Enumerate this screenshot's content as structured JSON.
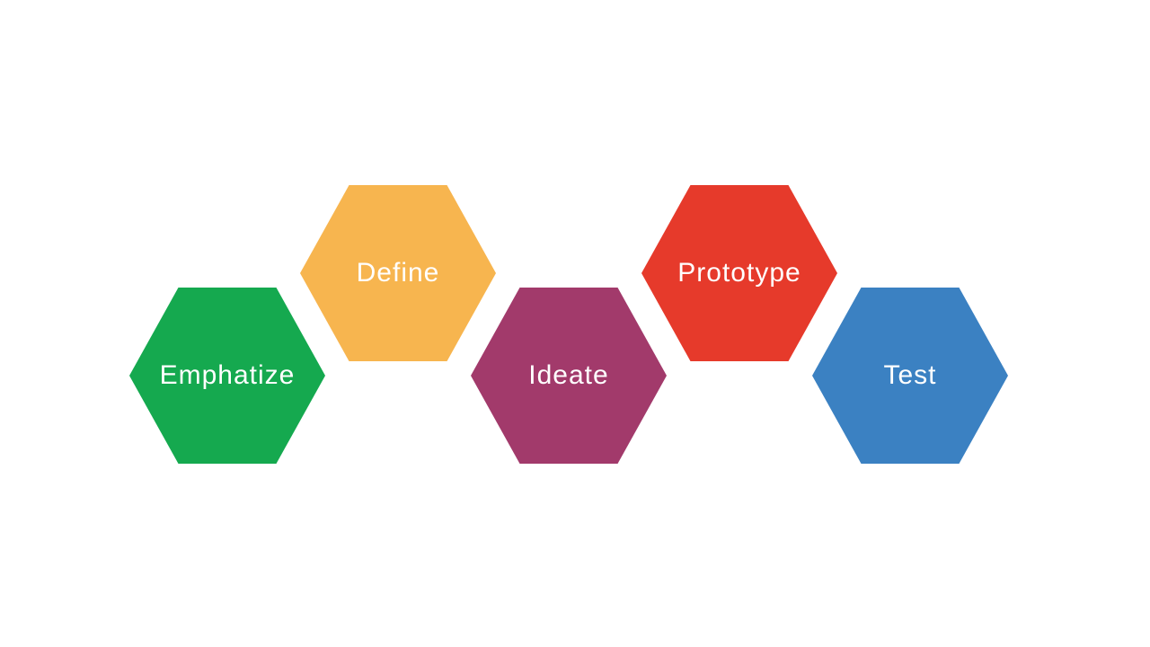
{
  "diagram": {
    "background_color": "#ffffff",
    "text_color": "#ffffff",
    "steps": [
      {
        "label": "Emphatize",
        "color": "#15a94f",
        "row": "lower"
      },
      {
        "label": "Define",
        "color": "#f7b54f",
        "row": "upper"
      },
      {
        "label": "Ideate",
        "color": "#a23a6b",
        "row": "lower"
      },
      {
        "label": "Prototype",
        "color": "#e63a2b",
        "row": "upper"
      },
      {
        "label": "Test",
        "color": "#3b81c2",
        "row": "lower"
      }
    ]
  }
}
